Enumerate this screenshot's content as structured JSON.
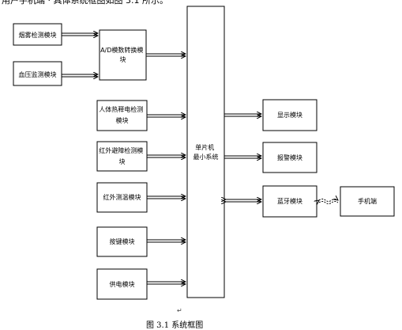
{
  "header_fragment": "用户手机端 · 具体系统框图如图 3.1 所示。",
  "caption": "图 3.1 系统框图",
  "paragraph_mark": "↵",
  "boxes": {
    "smoke": [
      "烟雾检测模块"
    ],
    "bp": [
      "血压监测模块"
    ],
    "adc": [
      "A/D模数转换模",
      "块"
    ],
    "pir": [
      "人体热释电检测",
      "模块"
    ],
    "ir_obstacle": [
      "红外避障检测模",
      "块"
    ],
    "ir_temp": [
      "红外测温模块"
    ],
    "keys": [
      "按键模块"
    ],
    "power": [
      "供电模块"
    ],
    "mcu": [
      "单片机",
      "最小系统"
    ],
    "display": [
      "显示模块"
    ],
    "alarm": [
      "报警模块"
    ],
    "bluetooth": [
      "蓝牙模块"
    ],
    "phone": [
      "手机端"
    ]
  }
}
